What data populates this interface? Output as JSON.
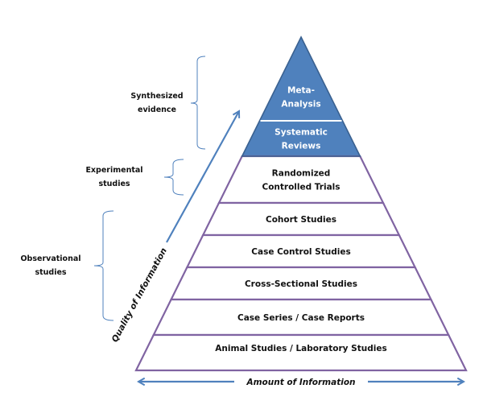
{
  "title": "Evidence Pyramid",
  "colors": {
    "top_fill": "#4f81bd",
    "top_stroke": "#3a6190",
    "tier_stroke": "#8064a2",
    "arrow": "#4f81bd",
    "bracket": "#4f81bd"
  },
  "tiers": [
    {
      "lines": [
        "Meta-",
        "Analysis"
      ],
      "highlighted": true
    },
    {
      "lines": [
        "Systematic",
        "Reviews"
      ],
      "highlighted": true
    },
    {
      "lines": [
        "Randomized",
        "Controlled Trials"
      ],
      "highlighted": false
    },
    {
      "lines": [
        "Cohort Studies"
      ],
      "highlighted": false
    },
    {
      "lines": [
        "Case Control Studies"
      ],
      "highlighted": false
    },
    {
      "lines": [
        "Cross-Sectional Studies"
      ],
      "highlighted": false
    },
    {
      "lines": [
        "Case Series / Case Reports"
      ],
      "highlighted": false
    },
    {
      "lines": [
        "Animal Studies / Laboratory Studies"
      ],
      "highlighted": false
    }
  ],
  "groups": [
    {
      "lines": [
        "Synthesized",
        "evidence"
      ],
      "covers": [
        "Meta-Analysis",
        "Systematic Reviews"
      ]
    },
    {
      "lines": [
        "Experimental",
        "studies"
      ],
      "covers": [
        "Randomized Controlled Trials"
      ]
    },
    {
      "lines": [
        "Observational",
        "studies"
      ],
      "covers": [
        "Cohort Studies",
        "Case Control Studies",
        "Cross-Sectional Studies",
        "Case Series / Case Reports"
      ]
    }
  ],
  "axes": {
    "vertical_label": "Quality of Information",
    "horizontal_label": "Amount of Information"
  }
}
